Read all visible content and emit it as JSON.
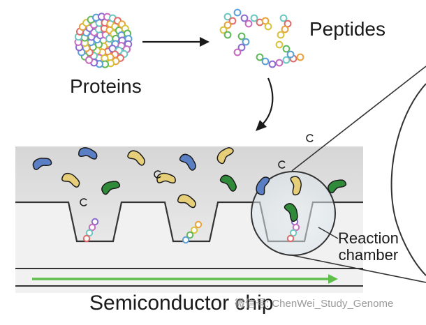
{
  "labels": {
    "proteins": "Proteins",
    "peptides": "Peptides",
    "reaction_line1": "Reaction",
    "reaction_line2": "chamber",
    "chip": "Semiconductor chip"
  },
  "watermark": "微信号: ChenWei_Study_Genome",
  "colors": {
    "bead_palette": [
      "#e06a6a",
      "#e8a23c",
      "#d8c23c",
      "#5fb85a",
      "#5a9fd8",
      "#8a6bd0",
      "#c86bc0",
      "#6ac8c0"
    ],
    "blue_binder": "#5b7fc4",
    "yellow_binder": "#e6cf78",
    "green_binder": "#2f8a3a",
    "arrow_green": "#5fbf4a",
    "chip_top": "#dcdcdc",
    "chip_bottom": "#f4f4f4"
  }
}
